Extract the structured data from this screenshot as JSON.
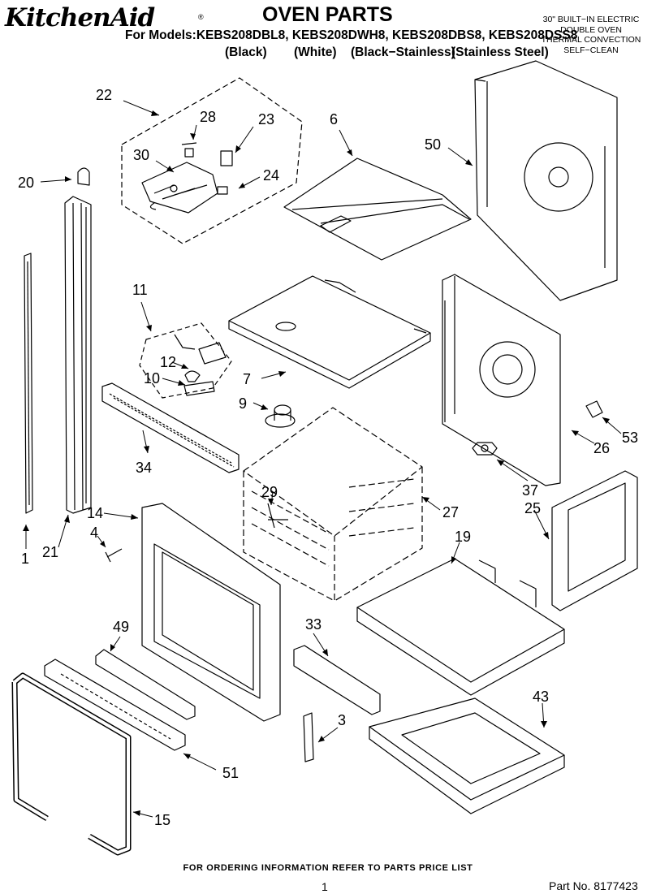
{
  "header": {
    "brand": "KitchenAid",
    "brand_mark": "®",
    "title": "OVEN PARTS",
    "models_line": "For Models:KEBS208DBL8, KEBS208DWH8, KEBS208DBS8, KEBS208DSS8",
    "variants": [
      "(Black)",
      "(White)",
      "(Black−Stainless)",
      "(Stainless Steel)"
    ],
    "description": [
      "30\" BUILT−IN ELECTRIC",
      "DOUBLE OVEN",
      "THERMAL CONVECTION",
      "SELF−CLEAN"
    ]
  },
  "callouts": [
    "22",
    "28",
    "23",
    "30",
    "24",
    "6",
    "50",
    "20",
    "11",
    "12",
    "10",
    "7",
    "9",
    "53",
    "26",
    "34",
    "37",
    "29",
    "27",
    "14",
    "4",
    "25",
    "1",
    "21",
    "19",
    "49",
    "33",
    "43",
    "3",
    "51",
    "15"
  ],
  "footer": {
    "ordering_note": "FOR ORDERING INFORMATION REFER TO PARTS PRICE LIST",
    "page_number": "1",
    "part_number": "Part No. 8177423"
  }
}
